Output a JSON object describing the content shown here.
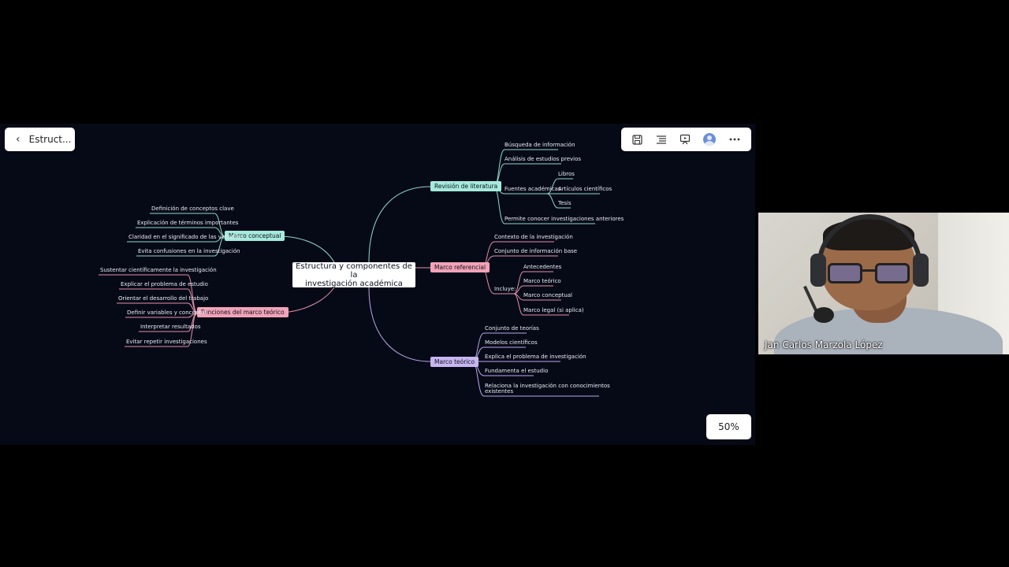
{
  "board_title": "Estruct...",
  "zoom": "50%",
  "participant_name": "Jan Carlos Marzola López",
  "icons": [
    "back-chevron-icon",
    "save-icon",
    "outline-list-icon",
    "presentation-icon",
    "user-avatar-icon",
    "more-icon"
  ],
  "mindmap": {
    "center": {
      "line1": "Estructura y componentes de la",
      "line2": "investigación académica"
    },
    "revision": {
      "label": "Revisión de literatura",
      "items": [
        "Búsqueda de información",
        "Análisis de estudios previos",
        "Fuentes académicas",
        "Permite conocer investigaciones anteriores"
      ],
      "fuentes": [
        "Libros",
        "Artículos científicos",
        "Tesis"
      ]
    },
    "referencial": {
      "label": "Marco referencial",
      "items": [
        "Contexto de la investigación",
        "Conjunto de información base",
        "Incluye:"
      ],
      "incluye": [
        "Antecedentes",
        "Marco teórico",
        "Marco conceptual",
        "Marco legal (si aplica)"
      ]
    },
    "teorico": {
      "label": "Marco teórico",
      "items": [
        "Conjunto de teorías",
        "Modelos científicos",
        "Explica el problema de investigación",
        "Fundamenta el estudio",
        "Relaciona la investigación con conocimientos",
        "existentes"
      ]
    },
    "conceptual": {
      "label": "Marco conceptual",
      "items": [
        "Definición de conceptos clave",
        "Explicación de términos importantes",
        "Claridad en el significado de las variables",
        "Evita confusiones en la investigación"
      ]
    },
    "funciones": {
      "label": "Funciones del marco teórico",
      "items": [
        "Sustentar científicamente la investigación",
        "Explicar el problema de estudio",
        "Orientar el desarrollo del trabajo",
        "Definir variables y conceptos",
        "Interpretar resultados",
        "Evitar repetir investigaciones"
      ]
    }
  },
  "colors": {
    "teal": "#a6eadc",
    "pink": "#f2a3b7",
    "purple": "#c7b6f0",
    "canvas": "#060a17"
  }
}
